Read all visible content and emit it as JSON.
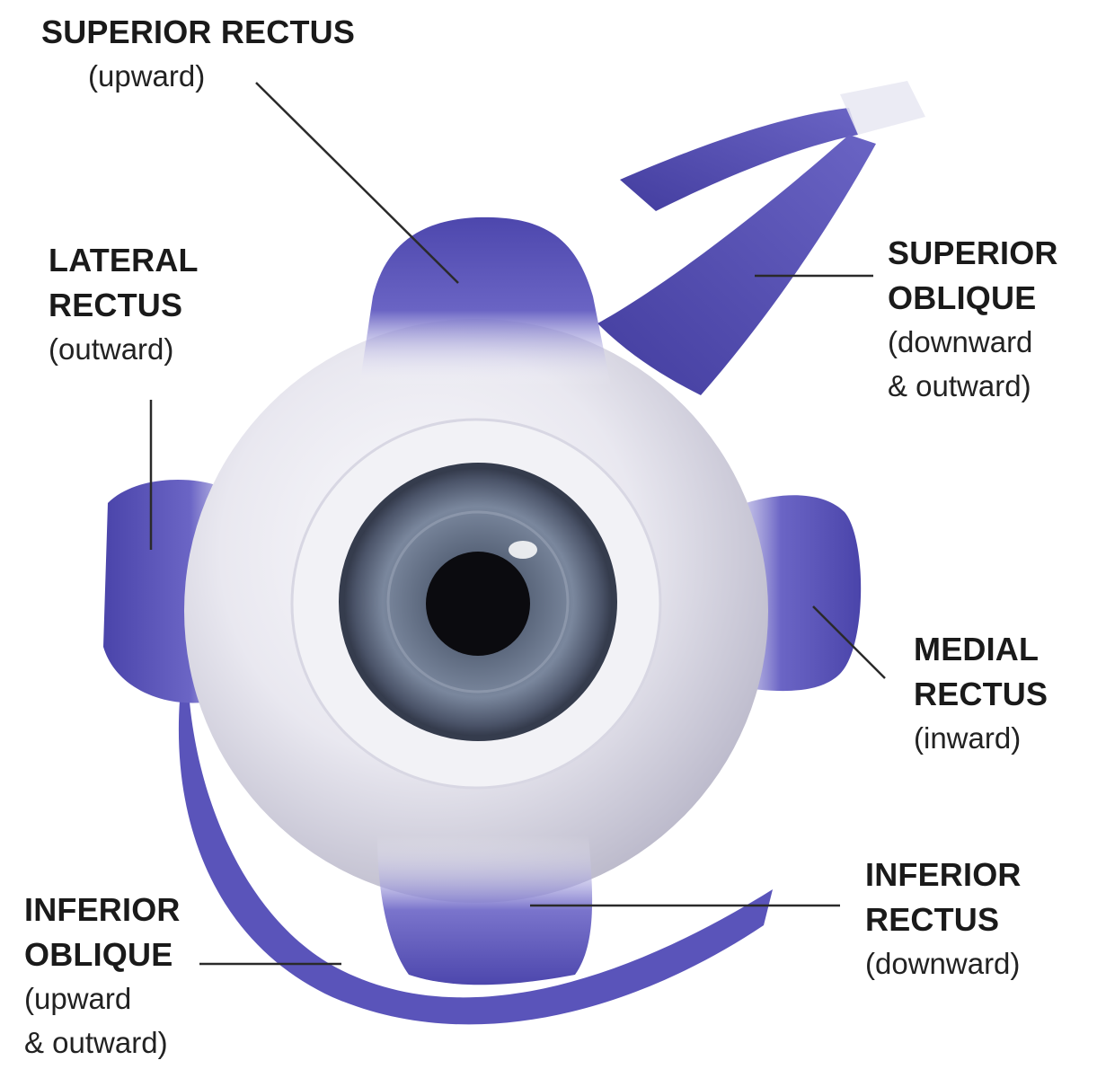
{
  "labels": {
    "superior_rectus": {
      "name": "SUPERIOR RECTUS",
      "function": "(upward)"
    },
    "lateral_rectus": {
      "name_line1": "LATERAL",
      "name_line2": "RECTUS",
      "function": "(outward)"
    },
    "superior_oblique": {
      "name_line1": "SUPERIOR",
      "name_line2": "OBLIQUE",
      "function_line1": "(downward",
      "function_line2": "& outward)"
    },
    "medial_rectus": {
      "name_line1": "MEDIAL",
      "name_line2": "RECTUS",
      "function": "(inward)"
    },
    "inferior_rectus": {
      "name_line1": "INFERIOR",
      "name_line2": "RECTUS",
      "function": "(downward)"
    },
    "inferior_oblique": {
      "name_line1": "INFERIOR",
      "name_line2": "OBLIQUE",
      "function_line1": "(upward",
      "function_line2": "& outward)"
    }
  },
  "colors": {
    "muscle": "#5b55b8",
    "muscle_dark": "#3e3a96",
    "sclera": "#eceaf2",
    "iris": "#6b7890",
    "pupil": "#0b0b0f",
    "leader_line": "#2a2a2a"
  }
}
